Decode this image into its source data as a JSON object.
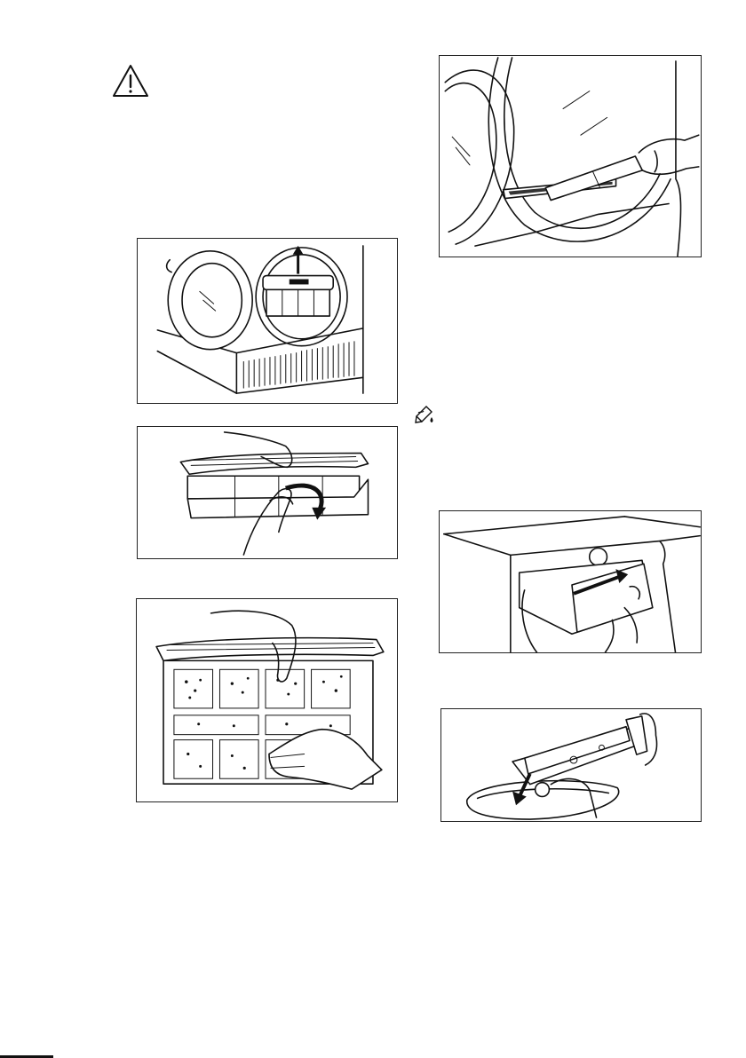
{
  "icons": {
    "warning": "warning-triangle-icon",
    "note": "note-pencil-icon"
  },
  "figures": [
    {
      "name": "figure-lift-filter-out",
      "icon": "arrow-up-icon"
    },
    {
      "name": "figure-open-filter",
      "icon": "curved-arrow-icon"
    },
    {
      "name": "figure-clean-filter-lint"
    },
    {
      "name": "figure-vacuum-filter-seat"
    },
    {
      "name": "figure-pull-water-container",
      "icon": "arrow-right-icon"
    },
    {
      "name": "figure-empty-water-container",
      "icon": "arrow-down-icon"
    }
  ]
}
